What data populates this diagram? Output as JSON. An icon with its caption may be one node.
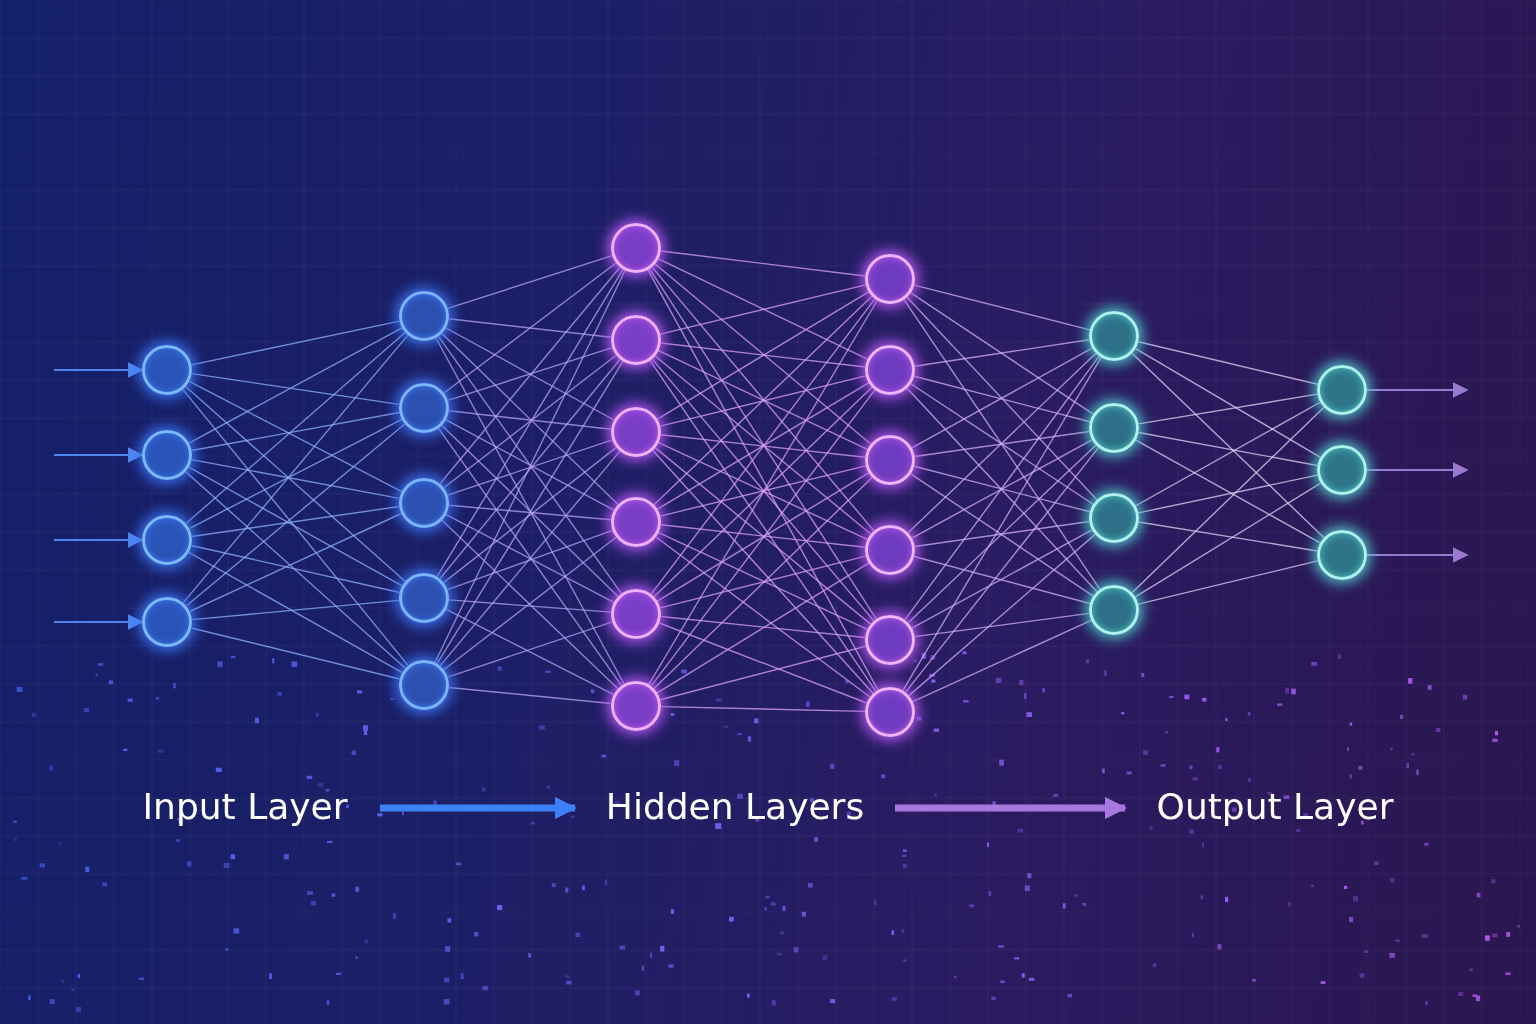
{
  "diagram": {
    "nodes": [
      {
        "text": [],
        "shape": "circle"
      },
      {
        "text": [],
        "shape": "circle"
      },
      {
        "text": [],
        "shape": "circle"
      },
      {
        "text": [],
        "shape": "circle"
      },
      {
        "text": [],
        "shape": "circle"
      },
      {
        "text": [],
        "shape": "circle"
      },
      {
        "text": [],
        "shape": "circle"
      },
      {
        "text": [],
        "shape": "circle"
      },
      {
        "text": [],
        "shape": "circle"
      },
      {
        "text": [],
        "shape": "circle"
      },
      {
        "text": [],
        "shape": "circle"
      },
      {
        "text": [],
        "shape": "circle"
      },
      {
        "text": [],
        "shape": "circle"
      },
      {
        "text": [],
        "shape": "circle"
      },
      {
        "text": [],
        "shape": "circle"
      },
      {
        "text": [],
        "shape": "circle"
      },
      {
        "text": [],
        "shape": "circle"
      },
      {
        "text": [],
        "shape": "circle"
      },
      {
        "text": [],
        "shape": "circle"
      },
      {
        "text": [],
        "shape": "circle"
      },
      {
        "text": [],
        "shape": "circle"
      },
      {
        "text": [],
        "shape": "circle"
      },
      {
        "text": [],
        "shape": "circle"
      },
      {
        "text": [],
        "shape": "circle"
      },
      {
        "text": [],
        "shape": "circle"
      },
      {
        "text": [],
        "shape": "circle"
      },
      {
        "text": [],
        "shape": "circle"
      },
      {
        "text": [],
        "shape": "circle"
      },
      {
        "text": [
          "Input Layer"
        ]
      },
      {
        "text": [
          "Hidden Layers"
        ]
      },
      {
        "text": [
          "Output Layer"
        ]
      }
    ],
    "edges": [
      {
        "from": null,
        "to": 0,
        "arrow": "to",
        "color": "#4f86ee"
      },
      {
        "from": null,
        "to": 1,
        "arrow": "to",
        "color": "#4f86ee"
      },
      {
        "from": null,
        "to": 2,
        "arrow": "to",
        "color": "#4f86ee"
      },
      {
        "from": null,
        "to": 3,
        "arrow": "to",
        "color": "#4f86ee"
      },
      {
        "from": 0,
        "to": 4,
        "arrow": "none"
      },
      {
        "from": 0,
        "to": 5,
        "arrow": "none"
      },
      {
        "from": 0,
        "to": 6,
        "arrow": "none"
      },
      {
        "from": 0,
        "to": 7,
        "arrow": "none"
      },
      {
        "from": 0,
        "to": 8,
        "arrow": "none"
      },
      {
        "from": 1,
        "to": 4,
        "arrow": "none"
      },
      {
        "from": 1,
        "to": 5,
        "arrow": "none"
      },
      {
        "from": 1,
        "to": 6,
        "arrow": "none"
      },
      {
        "from": 1,
        "to": 7,
        "arrow": "none"
      },
      {
        "from": 1,
        "to": 8,
        "arrow": "none"
      },
      {
        "from": 2,
        "to": 4,
        "arrow": "none"
      },
      {
        "from": 2,
        "to": 5,
        "arrow": "none"
      },
      {
        "from": 2,
        "to": 6,
        "arrow": "none"
      },
      {
        "from": 2,
        "to": 7,
        "arrow": "none"
      },
      {
        "from": 2,
        "to": 8,
        "arrow": "none"
      },
      {
        "from": 3,
        "to": 4,
        "arrow": "none"
      },
      {
        "from": 3,
        "to": 5,
        "arrow": "none"
      },
      {
        "from": 3,
        "to": 6,
        "arrow": "none"
      },
      {
        "from": 3,
        "to": 7,
        "arrow": "none"
      },
      {
        "from": 3,
        "to": 8,
        "arrow": "none"
      },
      {
        "from": 4,
        "to": 9,
        "arrow": "none"
      },
      {
        "from": 4,
        "to": 10,
        "arrow": "none"
      },
      {
        "from": 4,
        "to": 11,
        "arrow": "none"
      },
      {
        "from": 4,
        "to": 12,
        "arrow": "none"
      },
      {
        "from": 4,
        "to": 13,
        "arrow": "none"
      },
      {
        "from": 4,
        "to": 14,
        "arrow": "none"
      },
      {
        "from": 5,
        "to": 9,
        "arrow": "none"
      },
      {
        "from": 5,
        "to": 10,
        "arrow": "none"
      },
      {
        "from": 5,
        "to": 11,
        "arrow": "none"
      },
      {
        "from": 5,
        "to": 12,
        "arrow": "none"
      },
      {
        "from": 5,
        "to": 13,
        "arrow": "none"
      },
      {
        "from": 5,
        "to": 14,
        "arrow": "none"
      },
      {
        "from": 6,
        "to": 9,
        "arrow": "none"
      },
      {
        "from": 6,
        "to": 10,
        "arrow": "none"
      },
      {
        "from": 6,
        "to": 11,
        "arrow": "none"
      },
      {
        "from": 6,
        "to": 12,
        "arrow": "none"
      },
      {
        "from": 6,
        "to": 13,
        "arrow": "none"
      },
      {
        "from": 6,
        "to": 14,
        "arrow": "none"
      },
      {
        "from": 7,
        "to": 9,
        "arrow": "none"
      },
      {
        "from": 7,
        "to": 10,
        "arrow": "none"
      },
      {
        "from": 7,
        "to": 11,
        "arrow": "none"
      },
      {
        "from": 7,
        "to": 12,
        "arrow": "none"
      },
      {
        "from": 7,
        "to": 13,
        "arrow": "none"
      },
      {
        "from": 7,
        "to": 14,
        "arrow": "none"
      },
      {
        "from": 8,
        "to": 9,
        "arrow": "none"
      },
      {
        "from": 8,
        "to": 10,
        "arrow": "none"
      },
      {
        "from": 8,
        "to": 11,
        "arrow": "none"
      },
      {
        "from": 8,
        "to": 12,
        "arrow": "none"
      },
      {
        "from": 8,
        "to": 13,
        "arrow": "none"
      },
      {
        "from": 8,
        "to": 14,
        "arrow": "none"
      },
      {
        "from": 9,
        "to": 15,
        "arrow": "none"
      },
      {
        "from": 9,
        "to": 16,
        "arrow": "none"
      },
      {
        "from": 9,
        "to": 17,
        "arrow": "none"
      },
      {
        "from": 9,
        "to": 18,
        "arrow": "none"
      },
      {
        "from": 9,
        "to": 19,
        "arrow": "none"
      },
      {
        "from": 9,
        "to": 20,
        "arrow": "none"
      },
      {
        "from": 10,
        "to": 15,
        "arrow": "none"
      },
      {
        "from": 10,
        "to": 16,
        "arrow": "none"
      },
      {
        "from": 10,
        "to": 17,
        "arrow": "none"
      },
      {
        "from": 10,
        "to": 18,
        "arrow": "none"
      },
      {
        "from": 10,
        "to": 19,
        "arrow": "none"
      },
      {
        "from": 10,
        "to": 20,
        "arrow": "none"
      },
      {
        "from": 11,
        "to": 15,
        "arrow": "none"
      },
      {
        "from": 11,
        "to": 16,
        "arrow": "none"
      },
      {
        "from": 11,
        "to": 17,
        "arrow": "none"
      },
      {
        "from": 11,
        "to": 18,
        "arrow": "none"
      },
      {
        "from": 11,
        "to": 19,
        "arrow": "none"
      },
      {
        "from": 11,
        "to": 20,
        "arrow": "none"
      },
      {
        "from": 12,
        "to": 15,
        "arrow": "none"
      },
      {
        "from": 12,
        "to": 16,
        "arrow": "none"
      },
      {
        "from": 12,
        "to": 17,
        "arrow": "none"
      },
      {
        "from": 12,
        "to": 18,
        "arrow": "none"
      },
      {
        "from": 12,
        "to": 19,
        "arrow": "none"
      },
      {
        "from": 12,
        "to": 20,
        "arrow": "none"
      },
      {
        "from": 13,
        "to": 15,
        "arrow": "none"
      },
      {
        "from": 13,
        "to": 16,
        "arrow": "none"
      },
      {
        "from": 13,
        "to": 17,
        "arrow": "none"
      },
      {
        "from": 13,
        "to": 18,
        "arrow": "none"
      },
      {
        "from": 13,
        "to": 19,
        "arrow": "none"
      },
      {
        "from": 13,
        "to": 20,
        "arrow": "none"
      },
      {
        "from": 14,
        "to": 15,
        "arrow": "none"
      },
      {
        "from": 14,
        "to": 16,
        "arrow": "none"
      },
      {
        "from": 14,
        "to": 17,
        "arrow": "none"
      },
      {
        "from": 14,
        "to": 18,
        "arrow": "none"
      },
      {
        "from": 14,
        "to": 19,
        "arrow": "none"
      },
      {
        "from": 14,
        "to": 20,
        "arrow": "none"
      },
      {
        "from": 15,
        "to": 21,
        "arrow": "none"
      },
      {
        "from": 15,
        "to": 22,
        "arrow": "none"
      },
      {
        "from": 15,
        "to": 23,
        "arrow": "none"
      },
      {
        "from": 15,
        "to": 24,
        "arrow": "none"
      },
      {
        "from": 16,
        "to": 21,
        "arrow": "none"
      },
      {
        "from": 16,
        "to": 22,
        "arrow": "none"
      },
      {
        "from": 16,
        "to": 23,
        "arrow": "none"
      },
      {
        "from": 16,
        "to": 24,
        "arrow": "none"
      },
      {
        "from": 17,
        "to": 21,
        "arrow": "none"
      },
      {
        "from": 17,
        "to": 22,
        "arrow": "none"
      },
      {
        "from": 17,
        "to": 23,
        "arrow": "none"
      },
      {
        "from": 17,
        "to": 24,
        "arrow": "none"
      },
      {
        "from": 18,
        "to": 21,
        "arrow": "none"
      },
      {
        "from": 18,
        "to": 22,
        "arrow": "none"
      },
      {
        "from": 18,
        "to": 23,
        "arrow": "none"
      },
      {
        "from": 18,
        "to": 24,
        "arrow": "none"
      },
      {
        "from": 19,
        "to": 21,
        "arrow": "none"
      },
      {
        "from": 19,
        "to": 22,
        "arrow": "none"
      },
      {
        "from": 19,
        "to": 23,
        "arrow": "none"
      },
      {
        "from": 19,
        "to": 24,
        "arrow": "none"
      },
      {
        "from": 20,
        "to": 21,
        "arrow": "none"
      },
      {
        "from": 20,
        "to": 22,
        "arrow": "none"
      },
      {
        "from": 20,
        "to": 23,
        "arrow": "none"
      },
      {
        "from": 20,
        "to": 24,
        "arrow": "none"
      },
      {
        "from": 21,
        "to": 25,
        "arrow": "none"
      },
      {
        "from": 21,
        "to": 26,
        "arrow": "none"
      },
      {
        "from": 21,
        "to": 27,
        "arrow": "none"
      },
      {
        "from": 22,
        "to": 25,
        "arrow": "none"
      },
      {
        "from": 22,
        "to": 26,
        "arrow": "none"
      },
      {
        "from": 22,
        "to": 27,
        "arrow": "none"
      },
      {
        "from": 23,
        "to": 25,
        "arrow": "none"
      },
      {
        "from": 23,
        "to": 26,
        "arrow": "none"
      },
      {
        "from": 23,
        "to": 27,
        "arrow": "none"
      },
      {
        "from": 24,
        "to": 25,
        "arrow": "none"
      },
      {
        "from": 24,
        "to": 26,
        "arrow": "none"
      },
      {
        "from": 24,
        "to": 27,
        "arrow": "none"
      },
      {
        "from": 25,
        "to": null,
        "arrow": "to",
        "color": "#9a7ad0"
      },
      {
        "from": 26,
        "to": null,
        "arrow": "to",
        "color": "#9a7ad0"
      },
      {
        "from": 27,
        "to": null,
        "arrow": "to",
        "color": "#9a7ad0"
      },
      {
        "from": 28,
        "to": 29,
        "arrow": "to",
        "style": "thick",
        "color": "#3b82f6"
      },
      {
        "from": 29,
        "to": 30,
        "arrow": "to",
        "style": "thick",
        "color": "#a778e0"
      }
    ]
  }
}
